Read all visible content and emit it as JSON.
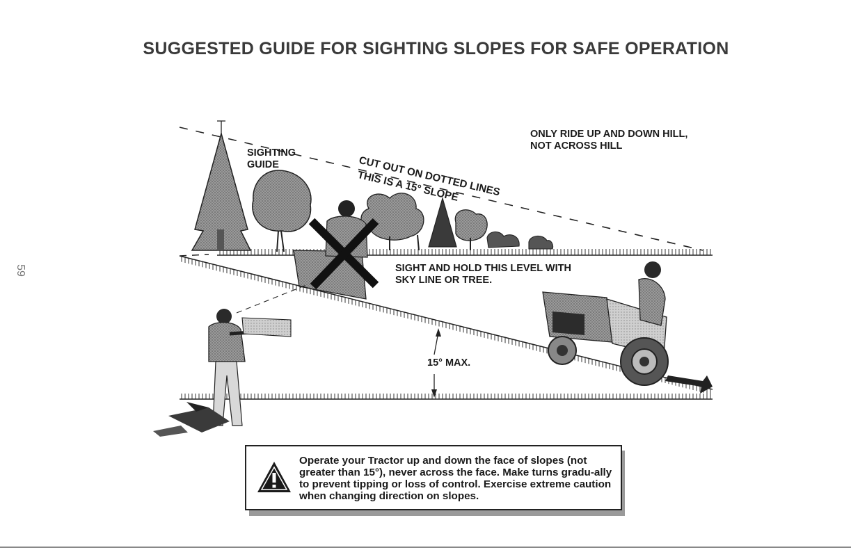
{
  "title": "SUGGESTED GUIDE FOR SIGHTING SLOPES FOR SAFE OPERATION",
  "page_number": "59",
  "labels": {
    "sighting_guide_line1": "SIGHTING",
    "sighting_guide_line2": "GUIDE",
    "cut_out": "CUT OUT ON DOTTED LINES",
    "slope_note": "THIS IS A 15° SLOPE",
    "ride_line1": "ONLY RIDE UP AND DOWN HILL,",
    "ride_line2": "NOT ACROSS HILL",
    "sight_line1": "SIGHT AND HOLD THIS LEVEL WITH",
    "sight_line2": "SKY LINE OR TREE.",
    "max_angle": "15° MAX."
  },
  "warning": {
    "text": "Operate your Tractor up and down the face of slopes (not greater than 15°), never across the face. Make turns gradu-ally to prevent tipping or loss of control. Exercise extreme caution when changing direction on slopes.",
    "icon": "warning-triangle-icon"
  },
  "colors": {
    "ink": "#1a1a1a",
    "gray_fill": "#8c8c8c",
    "light_fill": "#c8c8c8"
  }
}
